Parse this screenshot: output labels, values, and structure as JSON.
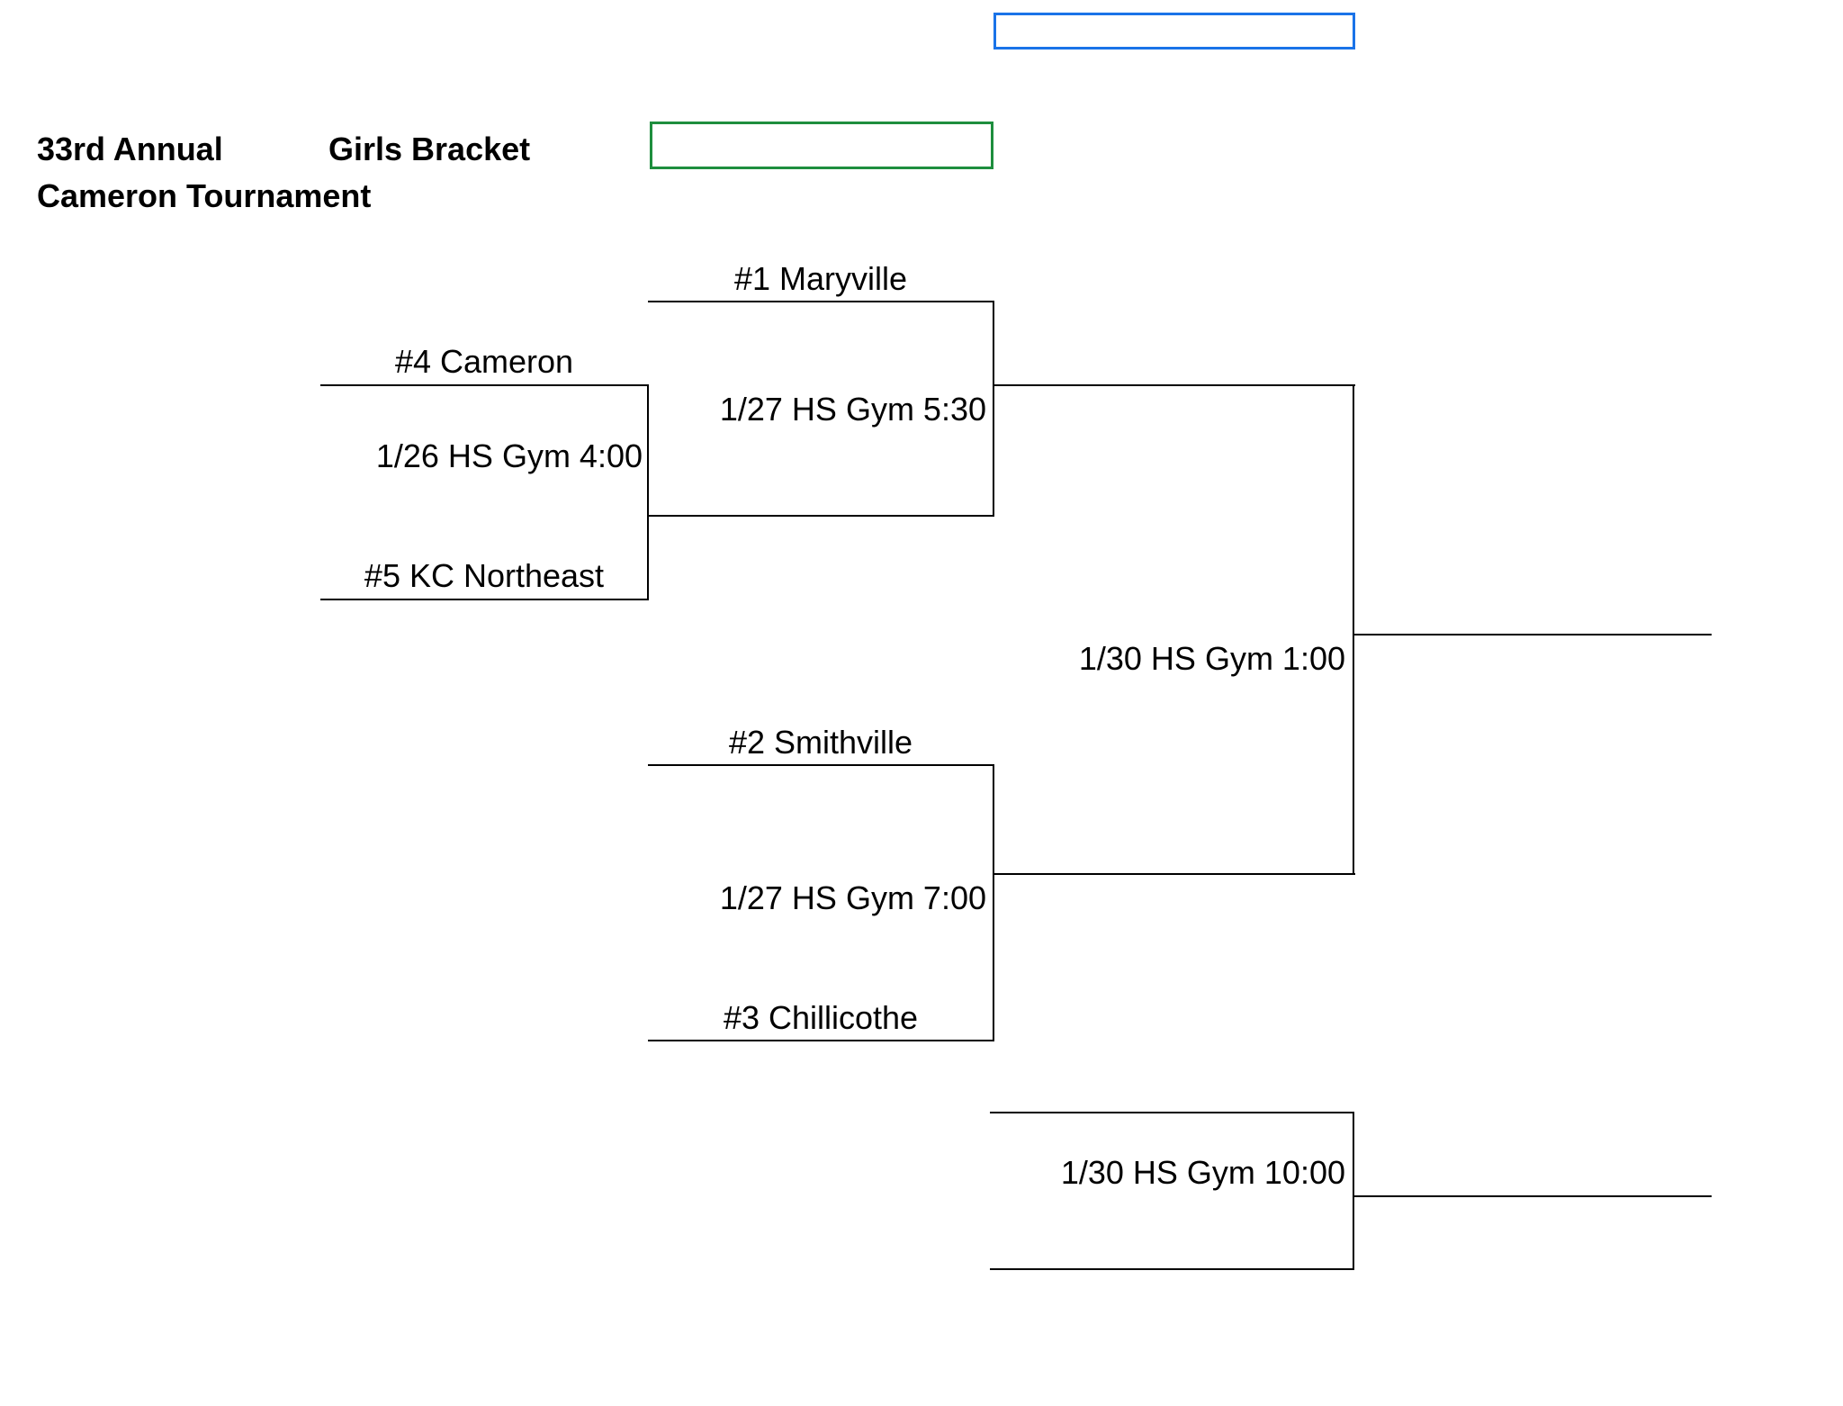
{
  "selection": {
    "active_cell_color": "#1a73e8",
    "range_color": "#1e8e3e"
  },
  "header": {
    "line1": "33rd Annual",
    "line2": "Cameron Tournament",
    "subtitle": "Girls Bracket"
  },
  "round1": {
    "team_top": "#4 Cameron",
    "game": "1/26  HS Gym 4:00",
    "team_bottom": "#5 KC Northeast"
  },
  "semifinal1": {
    "team_top": "#1 Maryville",
    "game": "1/27  HS Gym 5:30"
  },
  "semifinal2": {
    "team_top": "#2 Smithville",
    "game": "1/27 HS Gym 7:00",
    "team_bottom": "#3 Chillicothe"
  },
  "final": {
    "game": "1/30 HS Gym 1:00"
  },
  "third_place": {
    "game": "1/30  HS Gym 10:00"
  }
}
